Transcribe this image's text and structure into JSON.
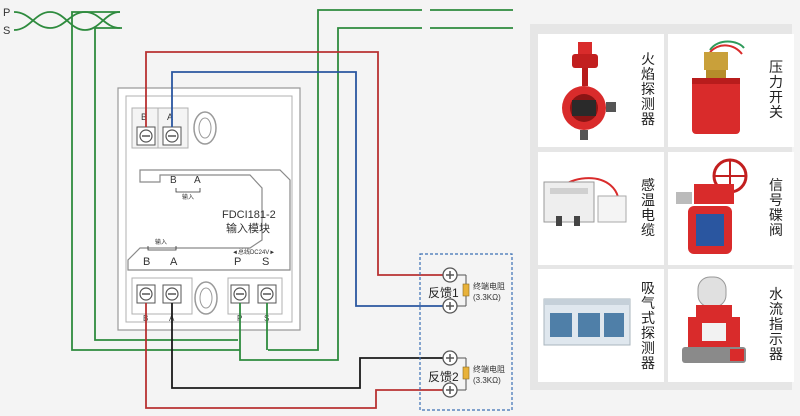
{
  "wiring": {
    "p_label": "P",
    "s_label": "S",
    "colors": {
      "green": "#2e8b3e",
      "red": "#b83232",
      "blue": "#2a56a0",
      "black": "#1a1a1a",
      "dashed_box": "#3a6fb5"
    }
  },
  "module": {
    "model": "FDCI181-2",
    "name": "输入模块",
    "top_terminals": [
      "B",
      "A"
    ],
    "inner_input": {
      "b": "B",
      "a": "A",
      "caption": "输入"
    },
    "bottom_group_captions": {
      "input": "输入",
      "bus": "◄总线DC24V►"
    },
    "bottom_labels": [
      "B",
      "A",
      "P",
      "S"
    ],
    "footer_labels": [
      "B",
      "A",
      "P",
      "S"
    ]
  },
  "feedback": [
    {
      "label": "反馈1",
      "resistor_label": "终端电阻",
      "resistor_value": "(3.3KΩ)"
    },
    {
      "label": "反馈2",
      "resistor_label": "终端电阻",
      "resistor_value": "(3.3KΩ)"
    }
  ],
  "devices": [
    {
      "label": "火焰探测器",
      "icon": "flame-detector-icon"
    },
    {
      "label": "压力开关",
      "icon": "pressure-switch-icon"
    },
    {
      "label": "感温电缆",
      "icon": "heat-cable-icon"
    },
    {
      "label": "信号碟阀",
      "icon": "butterfly-valve-icon"
    },
    {
      "label": "吸气式探测器",
      "icon": "aspirating-detector-icon"
    },
    {
      "label": "水流指示器",
      "icon": "water-flow-indicator-icon"
    }
  ]
}
